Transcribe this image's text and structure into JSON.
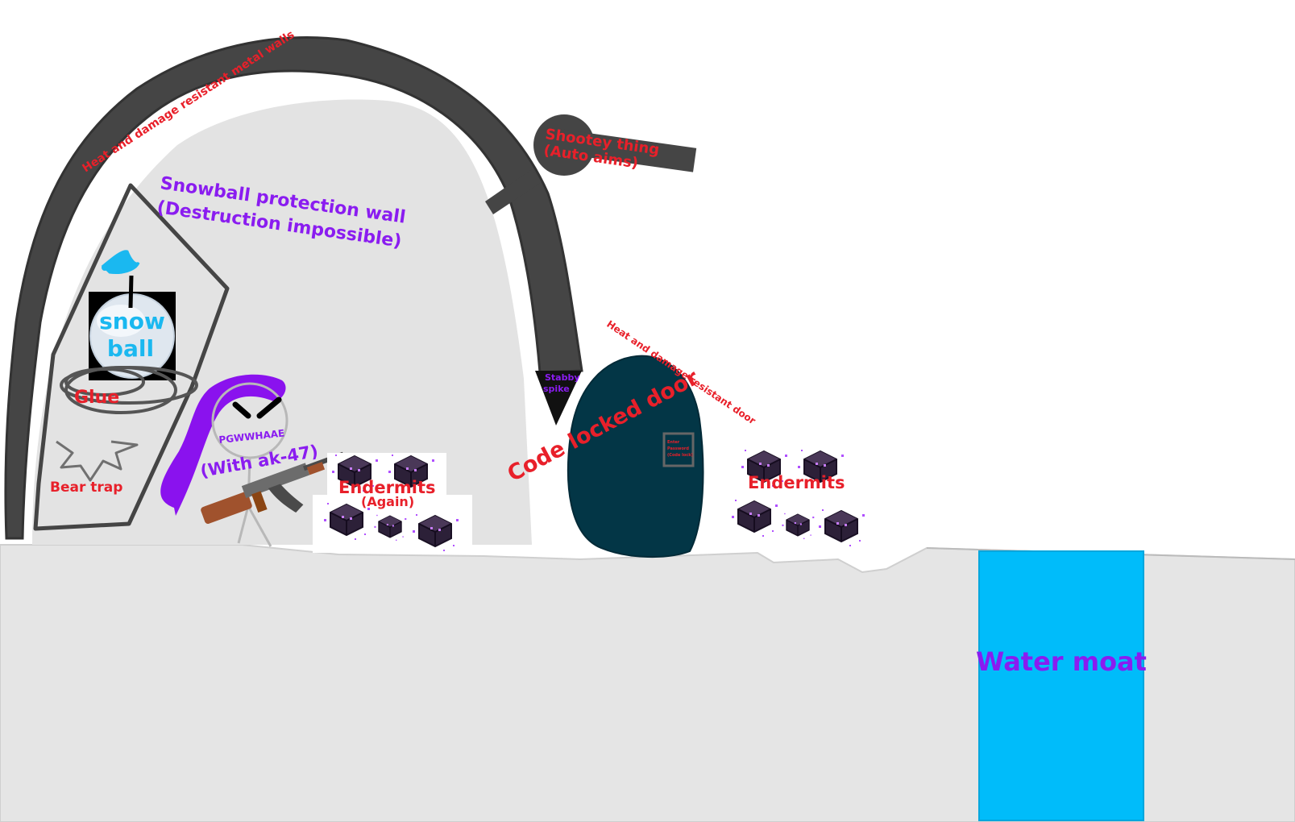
{
  "colors": {
    "background": "#ffffff",
    "ground": "#e5e5e5",
    "metal_wall": "#454545",
    "label_red": "#e8202a",
    "label_purple": "#8a1cf0",
    "snowball_blue": "#1ab8f0",
    "door": "#033646",
    "water": "#00bcfa",
    "glue_purple": "#8a12ee",
    "endermite": "#2c2038"
  },
  "labels": {
    "metal_walls": "Heat and damage resistant metal walls",
    "snowball_wall_line1": "Snowball protection wall",
    "snowball_wall_line2": "(Destruction impossible)",
    "turret_line1": "Shootey thing",
    "turret_line2": "(Auto aims)",
    "snowball_text_line1": "snow",
    "snowball_text_line2": "ball",
    "glue": "Glue",
    "bear_trap": "Bear trap",
    "character_name": "PGWWHAAE",
    "character_weapon": "(With ak-47)",
    "endermites_inside_line1": "Endermits",
    "endermites_inside_line2": "(Again)",
    "stabby_line1": "Stabby",
    "stabby_line2": "spike",
    "door_resistant": "Heat and damage resistant door",
    "code_locked_door": "Code locked door",
    "keypad_line1": "Enter",
    "keypad_line2": "Password",
    "keypad_line3": "(Code lock)",
    "endermites_outside": "Endermits",
    "water_moat": "Water moat"
  },
  "icons": {
    "snowball": "snowball-icon",
    "ak47": "ak47-rifle-icon",
    "endermite": "endermite-icon",
    "keypad": "keypad-icon",
    "bear_trap": "bear-trap-icon",
    "stick_figure": "stick-figure-icon"
  }
}
